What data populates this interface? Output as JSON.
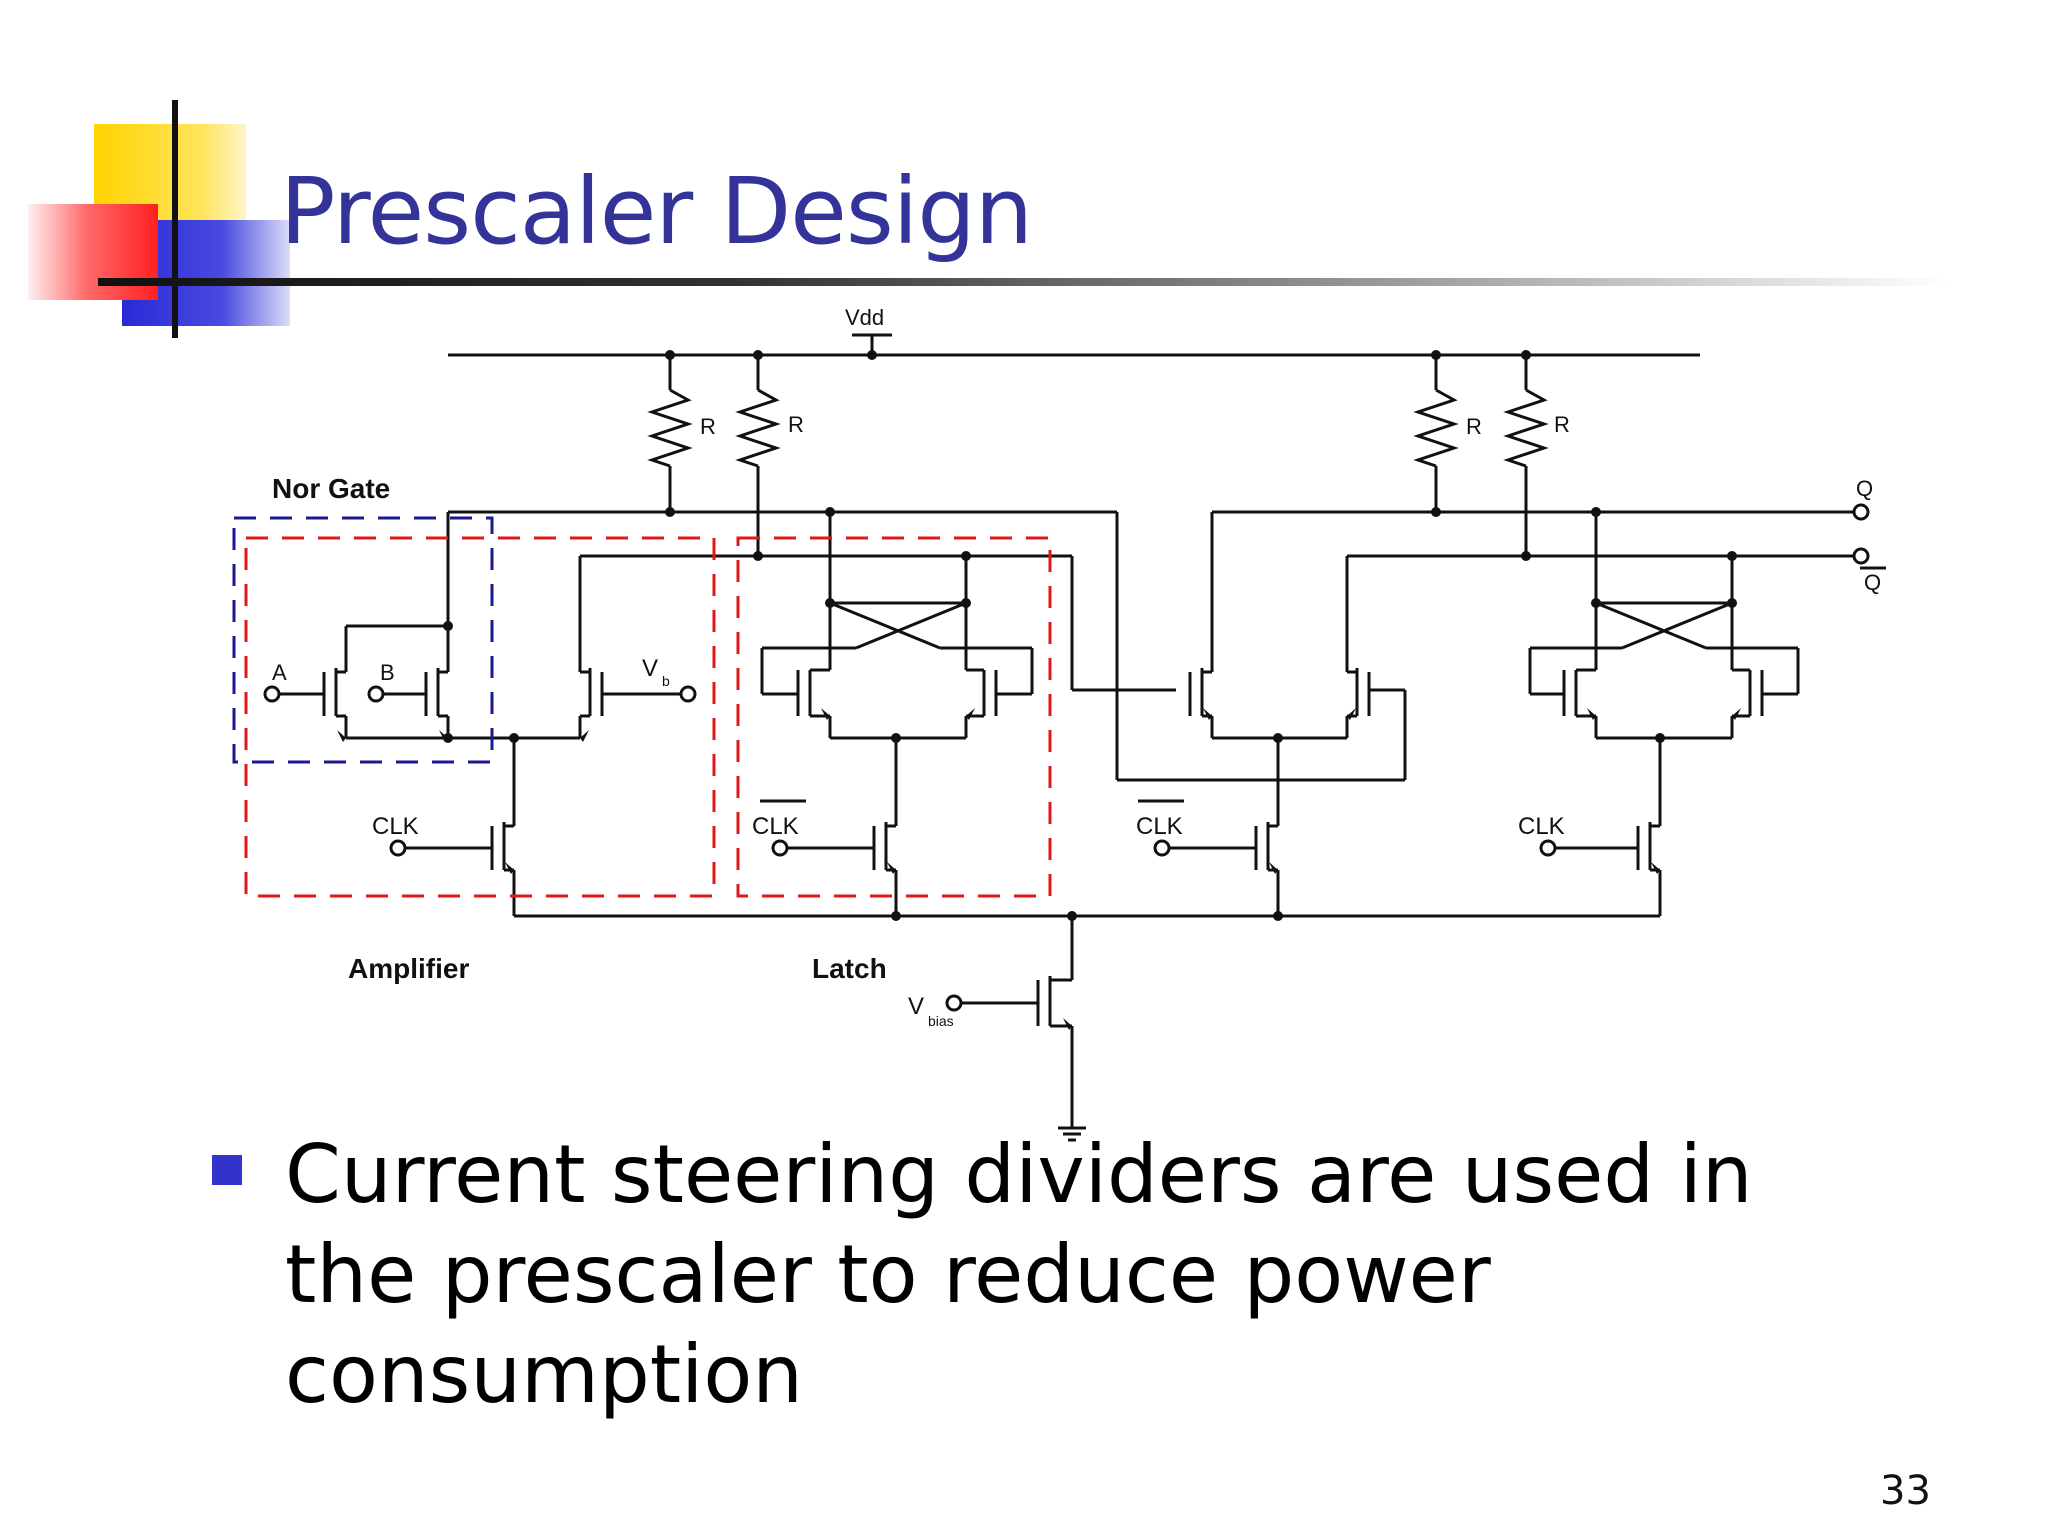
{
  "slide": {
    "title": "Prescaler Design",
    "bullet": "Current steering dividers are used in the prescaler to reduce power consumption",
    "page_number": "33"
  },
  "diagram": {
    "labels": {
      "vdd": "Vdd",
      "r1": "R",
      "r2": "R",
      "r3": "R",
      "r4": "R",
      "nor_gate": "Nor Gate",
      "input_a": "A",
      "input_b": "B",
      "vb_v": "V",
      "vb_sub": "b",
      "clk1": "CLK",
      "clk2": "CLK",
      "clk3": "CLK",
      "clk4": "CLK",
      "amplifier": "Amplifier",
      "latch": "Latch",
      "vbias_v": "V",
      "vbias_sub": "bias",
      "q": "Q",
      "qbar": "Q"
    },
    "colors": {
      "wire": "#111111",
      "nor_box": "#1a1a8c",
      "red_box": "#e01818"
    }
  }
}
